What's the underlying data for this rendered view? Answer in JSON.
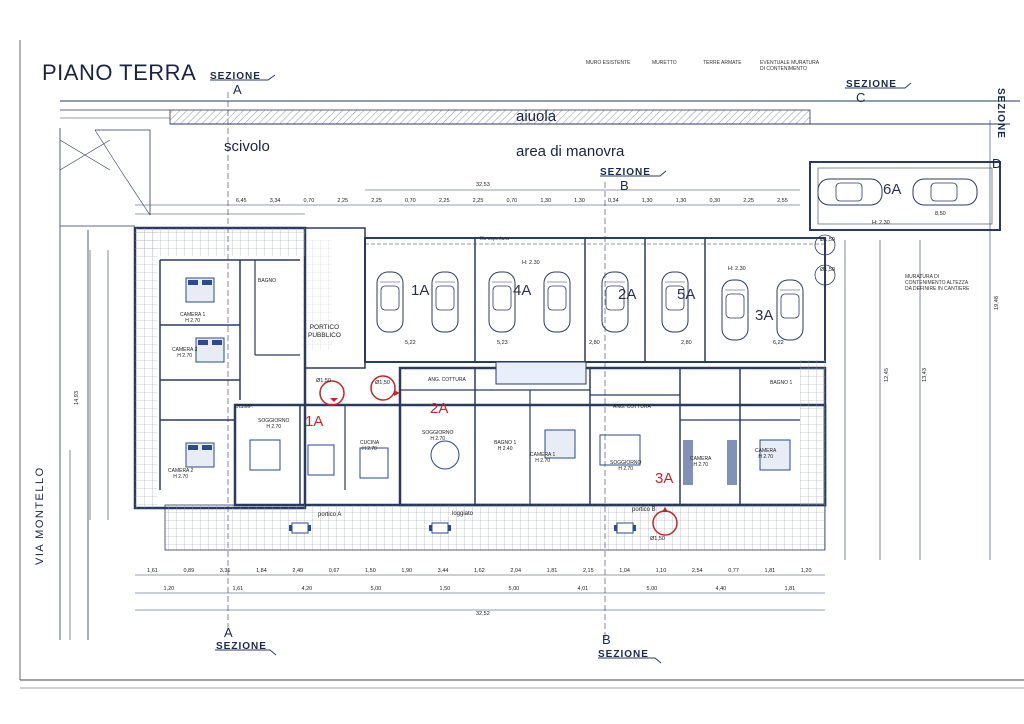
{
  "title": "PIANO TERRA",
  "sections": {
    "sezione_label": "SEZIONE",
    "a": "A",
    "b": "B",
    "c": "C",
    "d": "D"
  },
  "areas": {
    "aiuola": "aiuola",
    "scivolo": "scivolo",
    "area_di_manovra": "area di manovra",
    "portico_pubblico": "PORTICO\nPUBBLICO"
  },
  "street": "VIA MONTELLO",
  "notes": {
    "muro_esistente": "MURO ESISTENTE",
    "muretto": "MURETTO",
    "terre_armate": "TERRE ARMATE",
    "eventuale_muratura": "EVENTUALE MURATURA DI CONTENIMENTO",
    "muratura_contenimento": "MURATURA DI CONTENIMENTO ALTEZZA DA DEFINIRE IN CANTIERE",
    "filo_copertura": "filo copertura"
  },
  "units": {
    "garage_1a": "1A",
    "garage_4a": "4A",
    "garage_2a": "2A",
    "garage_5a": "5A",
    "garage_3a": "3A",
    "garage_6a": "6A",
    "garage_h": "H: 2.30",
    "apt_1a": "1A",
    "apt_2a": "2A",
    "apt_3a": "3A"
  },
  "rooms": {
    "camera1": "CAMERA 1\nH 2.70",
    "camera3": "CAMERA 3\nH 2.70",
    "camera2": "CAMERA 2\nH 2.70",
    "bagno": "BAGNO",
    "soggiorno1": "SOGGIORNO\nH 2.70",
    "cucina": "CUCINA\nH 2.70",
    "ang_cottura": "ANG. COTTURA",
    "soggiorno2": "SOGGIORNO\nH 2.70",
    "bagno1": "BAGNO 1\nH 2.40",
    "camera_b": "CAMERA 1\nH 2.70",
    "ang_cottura_b": "ANG. COTTURA",
    "soggiorno3": "SOGGIORNO\nH 2.70",
    "camera_c": "CAMERA\nH 2.70",
    "camera_d": "CAMERA\nH 2.70",
    "bagno_c": "BAGNO 1",
    "portico_a": "portico A",
    "portico_b": "portico B",
    "loggiato": "loggiato",
    "disimp": "DISIMP."
  },
  "dimensions": {
    "top_total": "32,53",
    "bottom_total": "32,52",
    "left_1493": "14,93",
    "right_1245": "12,45",
    "right_1343": "13,43",
    "right_1948": "19,48",
    "top_row": [
      "6,45",
      "3,34",
      "0,70",
      "2,25",
      "2,25",
      "0,70",
      "2,25",
      "2,25",
      "0,70",
      "1,30",
      "1,30",
      "0,34",
      "1,30",
      "1,30",
      "0,30",
      "2,25",
      "2,55"
    ],
    "bottom_row1": [
      "1,61",
      "0,89",
      "3,31",
      "1,84",
      "2,49",
      "0,67",
      "1,50",
      "1,90",
      "3,44",
      "1,62",
      "2,04",
      "1,81",
      "2,15",
      "1,04",
      "1,10",
      "2,54",
      "0,77",
      "1,81",
      "1,20"
    ],
    "bottom_row2": [
      "1,20",
      "1,61",
      "4,20",
      "5,00",
      "1,50",
      "5,00",
      "4,01",
      "5,00",
      "4,40",
      "1,81"
    ],
    "garage_depths": [
      "5,22",
      "5,23",
      "2,80",
      "2,80",
      "6,22"
    ],
    "garage6_w": "8,50",
    "diameters": [
      "Ø1,50",
      "Ø1,50",
      "Ø1,50",
      "Ø1,50",
      "Ø1,50"
    ]
  },
  "colors": {
    "line": "#2b3a5e",
    "red": "#c2262a",
    "hatch": "#8a93a8",
    "furniture": "#2d4a8a"
  }
}
